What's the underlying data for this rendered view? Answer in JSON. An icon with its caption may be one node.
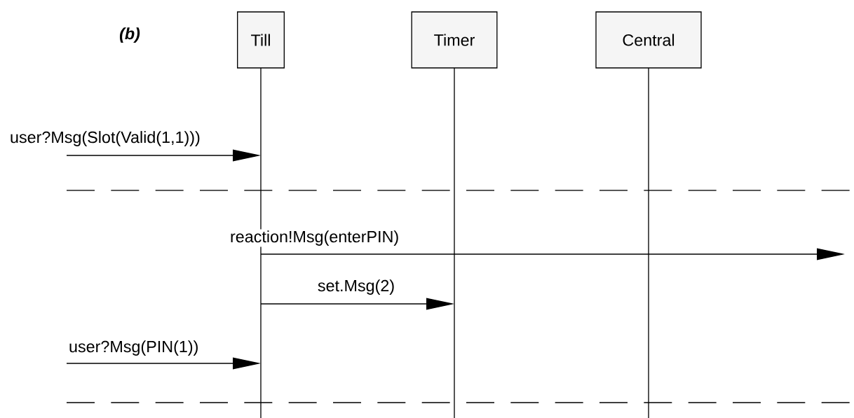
{
  "diagram": {
    "nodes": [
      {
        "text": [
          "Till"
        ]
      },
      {
        "text": [
          "Timer"
        ]
      },
      {
        "text": [
          "Central"
        ]
      }
    ],
    "edges": [
      {
        "from": null,
        "to": 0,
        "arrow": "to",
        "label": "user?Msg(Slot(Valid(1,1)))"
      },
      {
        "from": 0,
        "to": null,
        "arrow": "to",
        "label": "reaction!Msg(enterPIN)"
      },
      {
        "from": 0,
        "to": 1,
        "arrow": "to",
        "label": "set.Msg(2)"
      },
      {
        "from": null,
        "to": 0,
        "arrow": "to",
        "label": "user?Msg(PIN(1))"
      }
    ],
    "labels": [
      "(b)"
    ]
  }
}
